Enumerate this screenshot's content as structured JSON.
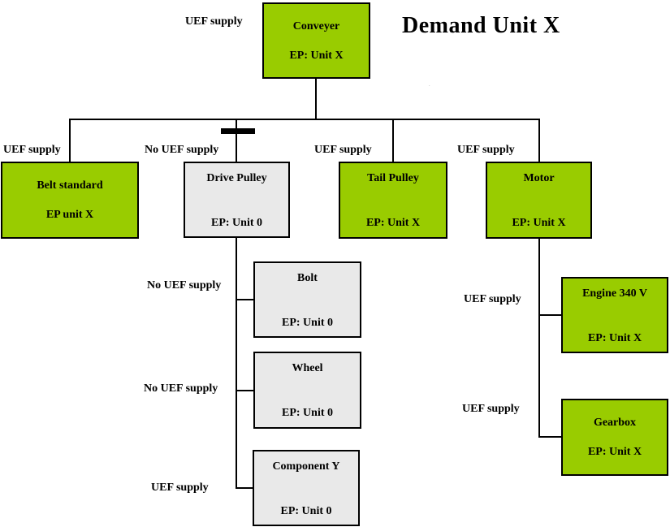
{
  "title": "Demand Unit X",
  "stray_mark": ".",
  "colors": {
    "node_green": "#99CC00",
    "node_gray": "#E9E9E9",
    "border": "#000000",
    "connector": "#000000",
    "background": "#FFFFFF",
    "text": "#000000"
  },
  "nodes": [
    {
      "title": "Conveyer",
      "ep": "EP: Unit X"
    },
    {
      "title": "Belt standard",
      "ep": "EP unit X"
    },
    {
      "title": "Drive Pulley",
      "ep": "EP: Unit 0"
    },
    {
      "title": "Tail Pulley",
      "ep": "EP: Unit X"
    },
    {
      "title": "Motor",
      "ep": "EP: Unit X"
    },
    {
      "title": "Bolt",
      "ep": "EP: Unit 0"
    },
    {
      "title": "Wheel",
      "ep": "EP: Unit 0"
    },
    {
      "title": "Component Y",
      "ep": "EP: Unit 0"
    },
    {
      "title": "Engine 340 V",
      "ep": "EP: Unit X"
    },
    {
      "title": "Gearbox",
      "ep": "EP: Unit X"
    }
  ],
  "edge_labels": [
    {
      "text": "UEF supply"
    },
    {
      "text": "UEF supply"
    },
    {
      "text": "No UEF supply"
    },
    {
      "text": "UEF supply"
    },
    {
      "text": "UEF supply"
    },
    {
      "text": "No UEF supply"
    },
    {
      "text": "No UEF supply"
    },
    {
      "text": "UEF supply"
    },
    {
      "text": "UEF supply"
    },
    {
      "text": "UEF supply"
    }
  ]
}
